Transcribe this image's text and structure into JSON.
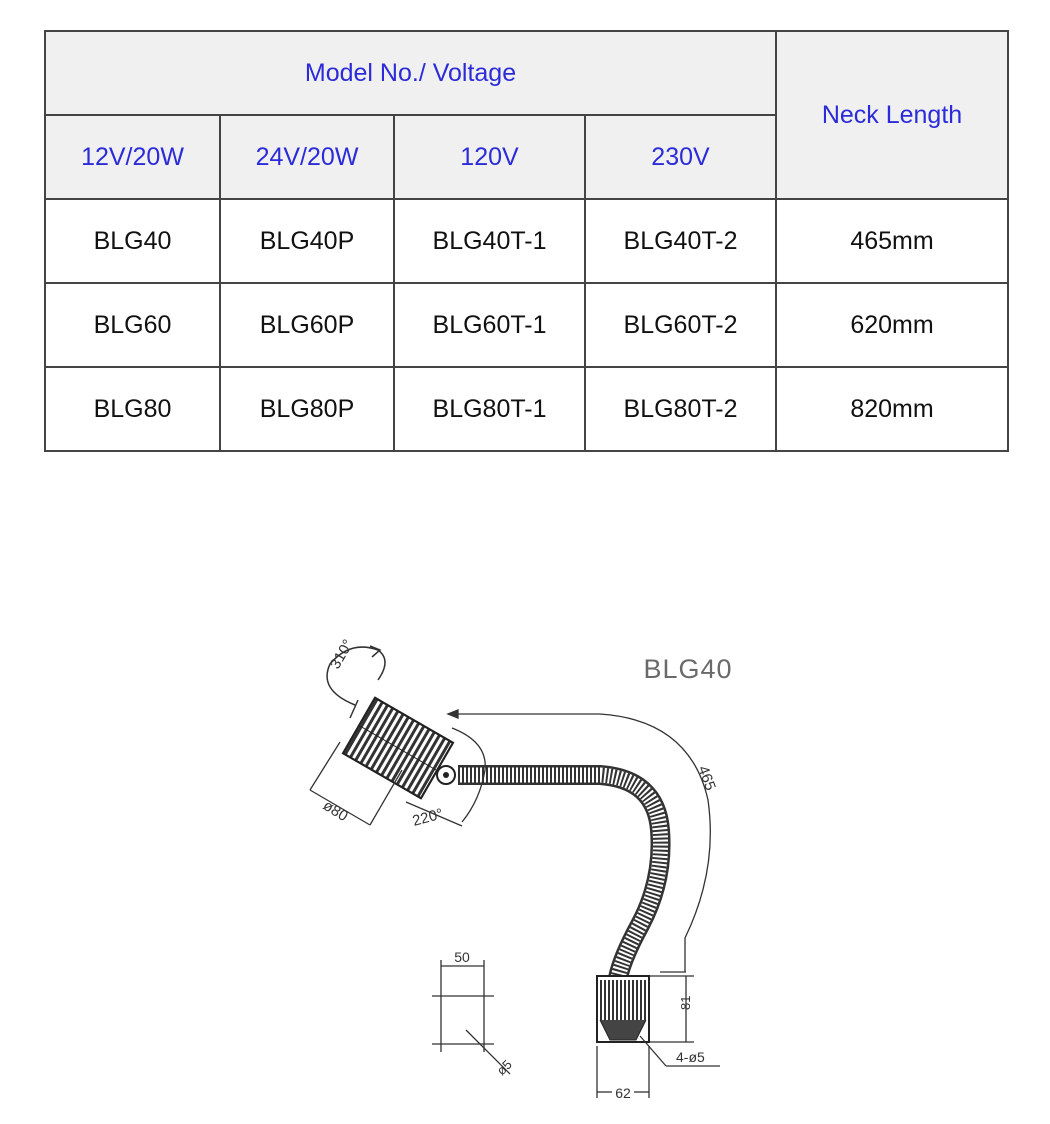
{
  "table": {
    "group_header": "Model No./ Voltage",
    "neck_header": "Neck Length",
    "voltages": [
      "12V/20W",
      "24V/20W",
      "120V",
      "230V"
    ],
    "rows": [
      {
        "models": [
          "BLG40",
          "BLG40P",
          "BLG40T-1",
          "BLG40T-2"
        ],
        "neck": "465mm"
      },
      {
        "models": [
          "BLG60",
          "BLG60P",
          "BLG60T-1",
          "BLG60T-2"
        ],
        "neck": "620mm"
      },
      {
        "models": [
          "BLG80",
          "BLG80P",
          "BLG80T-1",
          "BLG80T-2"
        ],
        "neck": "820mm"
      }
    ]
  },
  "drawing": {
    "title": "BLG40",
    "dims": {
      "rotation": "310°",
      "diameter": "ø80",
      "tilt": "220°",
      "neck_length": "465",
      "base_height": "81",
      "holes": "4-ø5",
      "base_width": "62",
      "mount_width": "50",
      "mount_hole": "ø5"
    }
  }
}
